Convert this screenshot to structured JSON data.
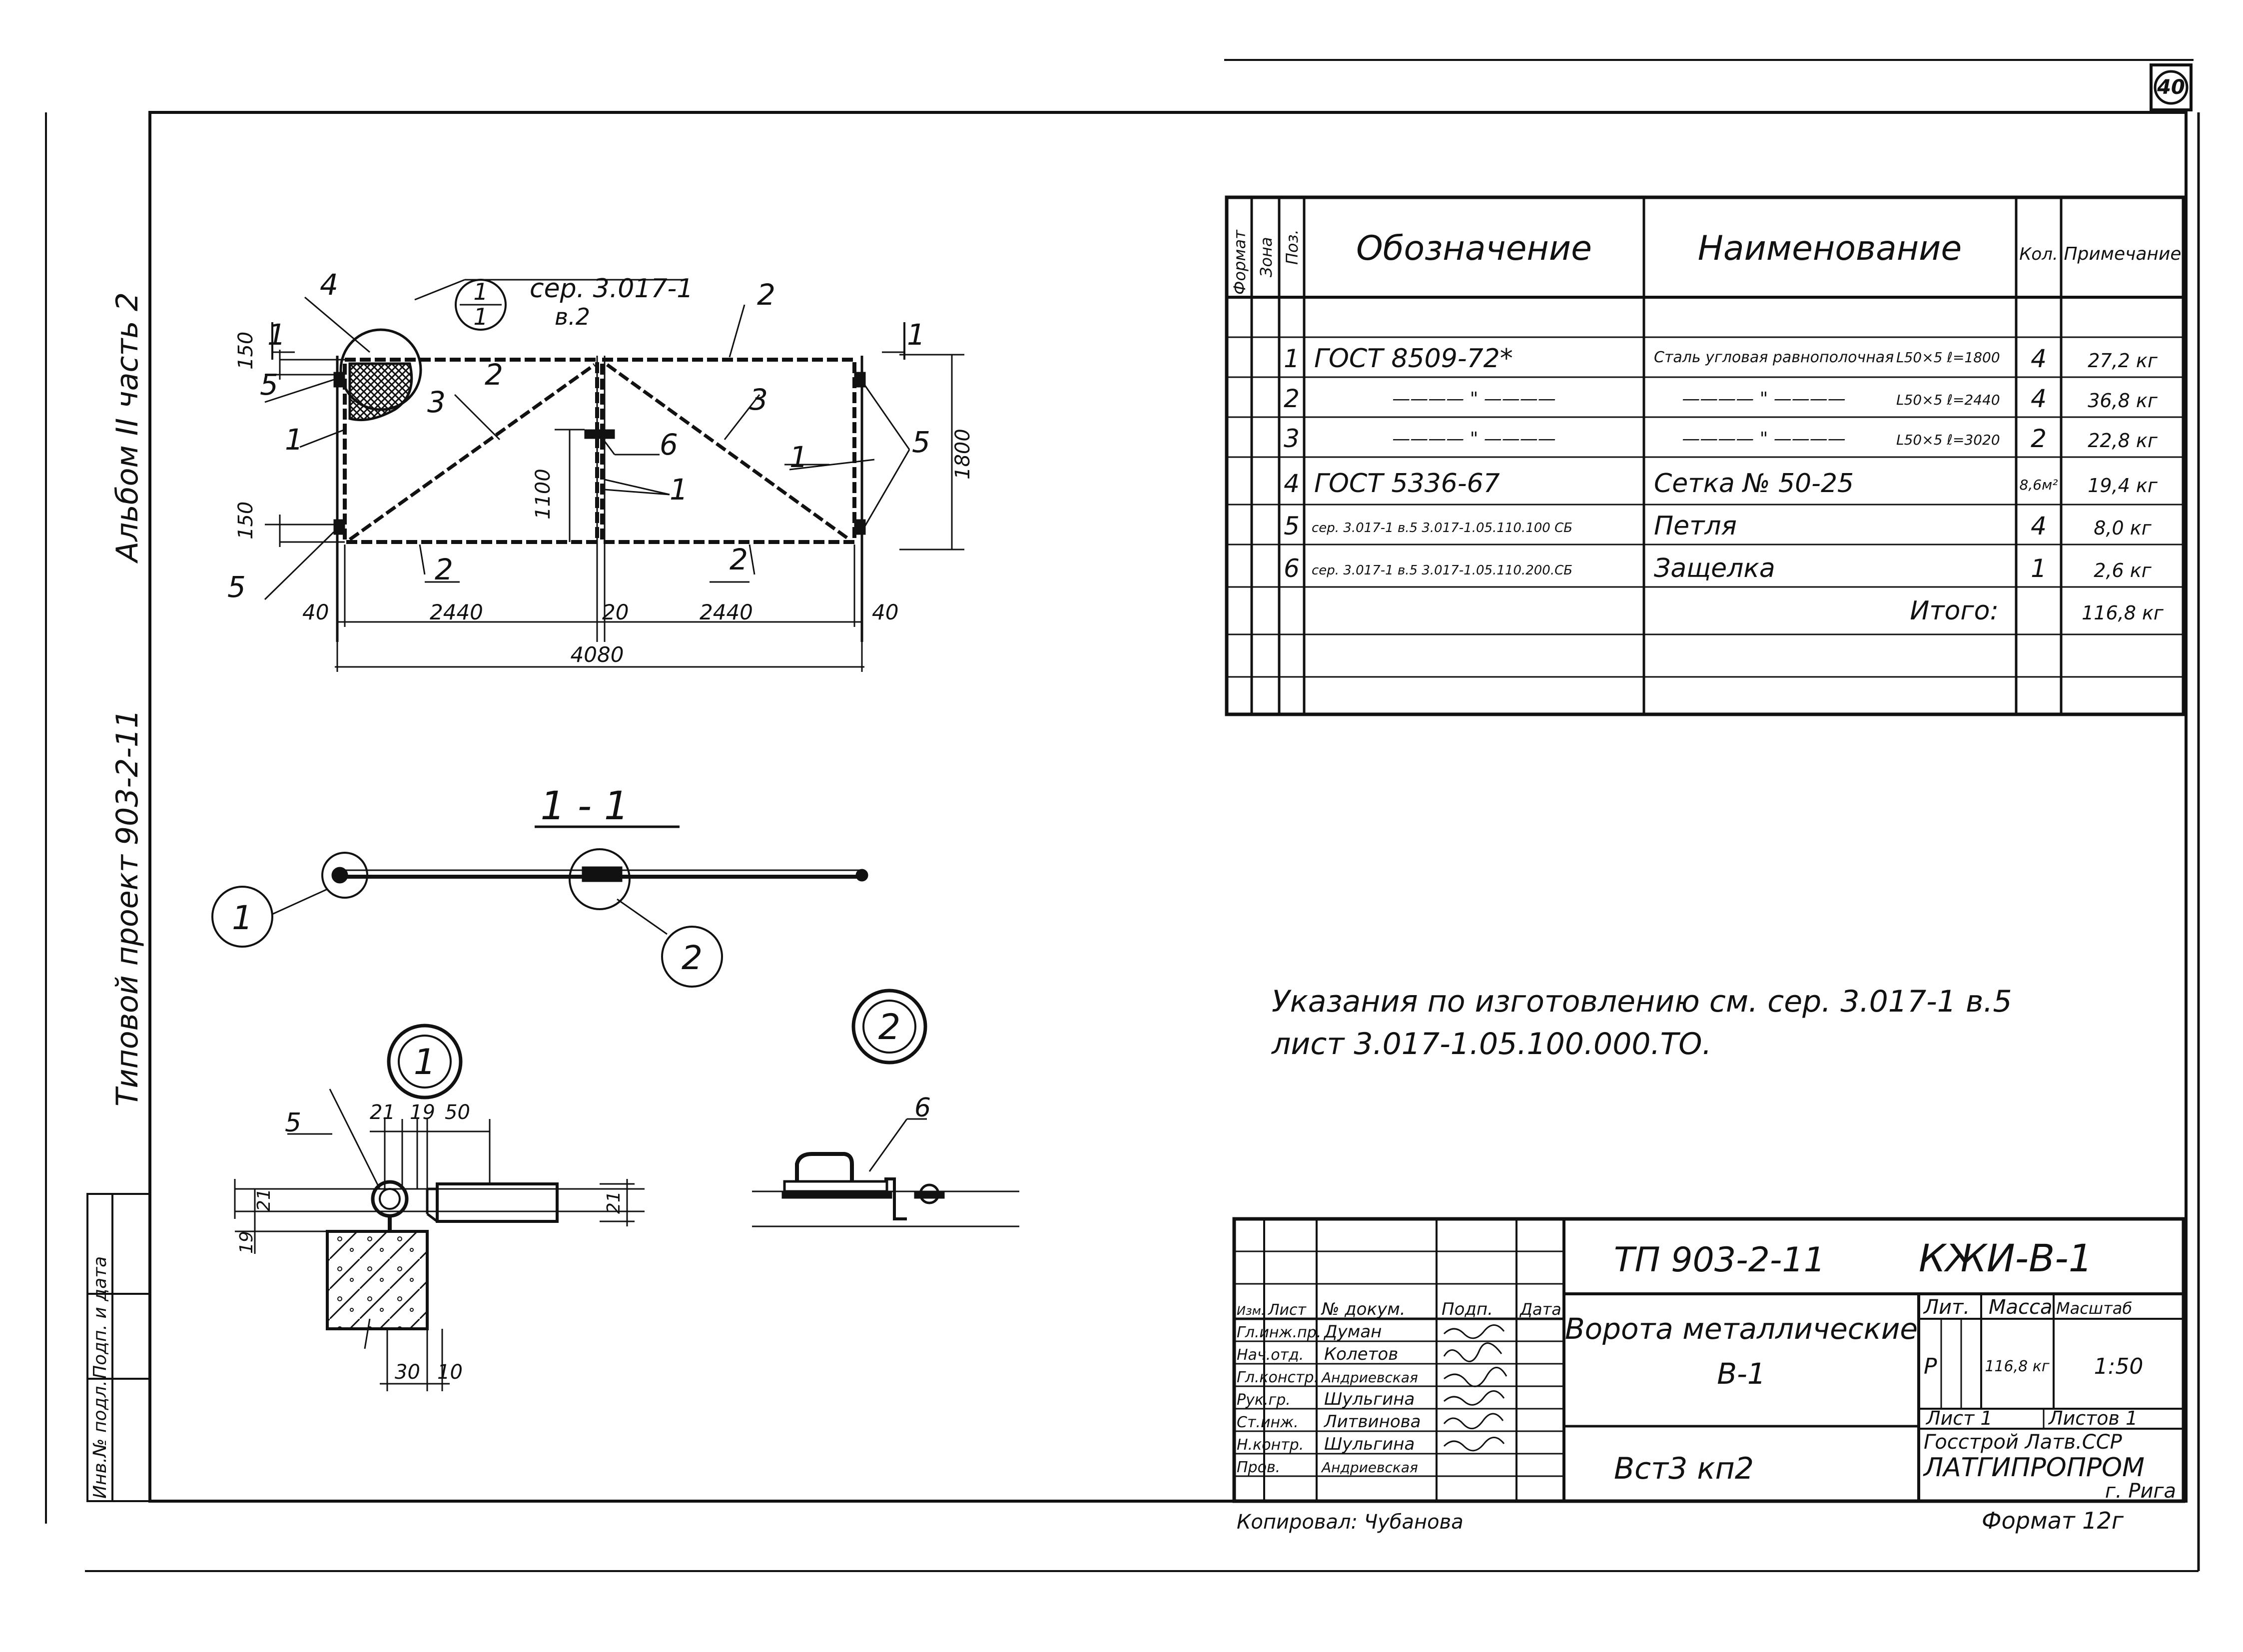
{
  "sheet": {
    "number": "40",
    "side_album": "Альбом II часть 2",
    "side_project": "Типовой проект 903-2-11",
    "side_stamp_cols": [
      "Инв.№ подл.",
      "Подп. и дата"
    ]
  },
  "gate_plan": {
    "callout_ref_top": "сер. 3.017-1",
    "callout_ref_bottom": "в.2",
    "callout_num_top": "1",
    "callout_num_bottom": "1",
    "pos_labels": [
      "4",
      "5",
      "2",
      "2",
      "3",
      "3",
      "1",
      "6",
      "1",
      "1",
      "5",
      "5",
      "2",
      "2",
      "1",
      "1"
    ],
    "dims": {
      "top_150": "150",
      "bottom_150": "150",
      "height_1800": "1800",
      "inner_1100": "1100",
      "left_40": "40",
      "left_leaf": "2440",
      "gap_20": "20",
      "right_leaf": "2440",
      "right_40": "40",
      "total": "4080"
    }
  },
  "section": {
    "title": "1 - 1",
    "node_left": "1",
    "node_right": "2"
  },
  "node1": {
    "title": "1",
    "pos": "5",
    "dims": [
      "21",
      "19",
      "50",
      "21",
      "19",
      "21",
      "30",
      "10"
    ]
  },
  "node2": {
    "title": "2",
    "pos": "6"
  },
  "spec_table": {
    "headers": {
      "format": "Формат",
      "zone": "Зона",
      "pos": "Поз.",
      "designation": "Обозначение",
      "name": "Наименование",
      "qty": "Кол.",
      "note": "Примечание"
    },
    "rows": [
      {
        "pos": "1",
        "designation": "ГОСТ 8509-72*",
        "name": "Сталь угловая равнополочная",
        "profile": "L50×5 ℓ=1800",
        "qty": "4",
        "note": "27,2 кг"
      },
      {
        "pos": "2",
        "designation": "———— \" ————",
        "name": "———— \" ————",
        "profile": "L50×5 ℓ=2440",
        "qty": "4",
        "note": "36,8 кг"
      },
      {
        "pos": "3",
        "designation": "———— \" ————",
        "name": "———— \" ————",
        "profile": "L50×5 ℓ=3020",
        "qty": "2",
        "note": "22,8 кг"
      },
      {
        "pos": "4",
        "designation": "ГОСТ 5336-67",
        "name": "Сетка № 50-25",
        "profile": "",
        "qty": "8,6м²",
        "note": "19,4 кг"
      },
      {
        "pos": "5",
        "designation": "сер. 3.017-1 в.5 3.017-1.05.110.100 СБ",
        "name": "Петля",
        "profile": "",
        "qty": "4",
        "note": "8,0 кг"
      },
      {
        "pos": "6",
        "designation": "сер. 3.017-1 в.5 3.017-1.05.110.200.СБ",
        "name": "Защелка",
        "profile": "",
        "qty": "1",
        "note": "2,6 кг"
      }
    ],
    "total_label": "Итого:",
    "total_value": "116,8 кг"
  },
  "instructions": {
    "line1": "Указания по изготовлению см. сер. 3.017-1 в.5",
    "line2": "лист 3.017-1.05.100.000.ТО."
  },
  "title_block": {
    "project": "ТП 903-2-11",
    "code": "КЖИ-В-1",
    "title": "Ворота металлические",
    "title2": "В-1",
    "material": "Вст3 кп2",
    "col_headers": [
      "Изм.",
      "Лист",
      "№ докум.",
      "Подп.",
      "Дата"
    ],
    "people": [
      {
        "role": "Гл.инж.пр.",
        "name": "Думан"
      },
      {
        "role": "Нач.отд.",
        "name": "Колетов"
      },
      {
        "role": "Гл.констр.",
        "name": "Андриевская"
      },
      {
        "role": "Рук.гр.",
        "name": "Шульгина"
      },
      {
        "role": "Ст.инж.",
        "name": "Литвинова"
      },
      {
        "role": "Н.контр.",
        "name": "Шульгина"
      },
      {
        "role": "Пров.",
        "name": "Андриевская"
      }
    ],
    "lit_label": "Лит.",
    "mass_label": "Масса",
    "scale_label": "Масштаб",
    "lit_value": "Р",
    "mass_value": "116,8 кг",
    "scale_value": "1:50",
    "sheet_label": "Лист 1",
    "sheets_label": "Листов 1",
    "org1": "Госстрой Латв.ССР",
    "org2": "ЛАТГИПРОПРОМ",
    "org3": "г. Рига",
    "copied": "Копировал: Чубанова",
    "format": "Формат 12г"
  }
}
